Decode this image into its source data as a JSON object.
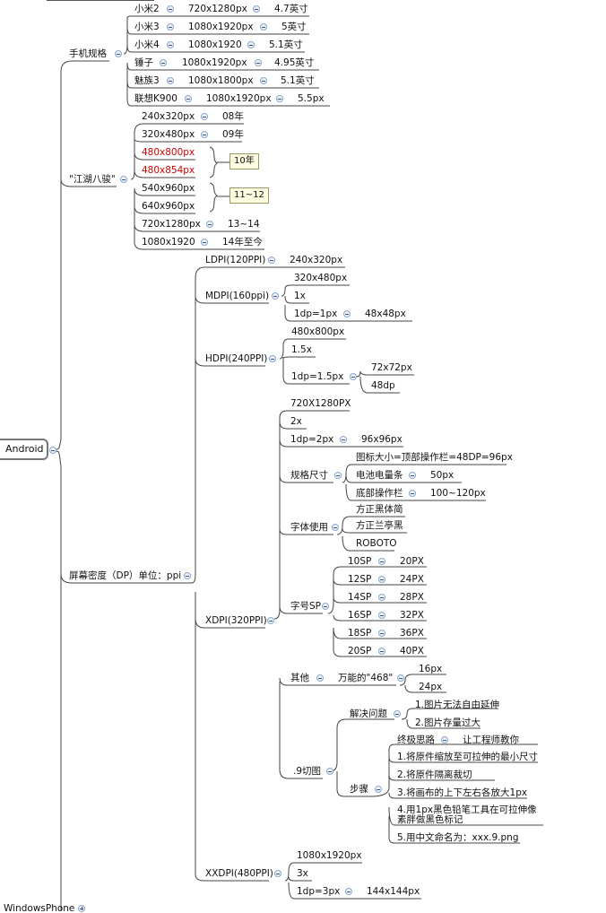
{
  "root": {
    "label": "Android"
  },
  "phones": {
    "label": "手机规格",
    "items": [
      {
        "name": "小米2",
        "res": "720x1280px",
        "size": "4.7英寸"
      },
      {
        "name": "小米3",
        "res": "1080x1920px",
        "size": "5英寸"
      },
      {
        "name": "小米4",
        "res": "1080x1920",
        "size": "5.1英寸"
      },
      {
        "name": "锤子",
        "res": "1080x1920px",
        "size": "4.95英寸"
      },
      {
        "name": "魅族3",
        "res": "1080x1800px",
        "size": "5.1英寸"
      },
      {
        "name": "联想K900",
        "res": "1080x1920px",
        "size": "5.5px"
      }
    ]
  },
  "jianghu": {
    "label": "\"江湖八骏\"",
    "items": [
      {
        "res": "240x320px",
        "year": "08年"
      },
      {
        "res": "320x480px",
        "year": "09年"
      },
      {
        "res": "480x800px"
      },
      {
        "res": "480x854px"
      },
      {
        "res": "540x960px"
      },
      {
        "res": "640x960px"
      },
      {
        "res": "720x1280px",
        "year": "13~14"
      },
      {
        "res": "1080x1920",
        "year": "14年至今"
      }
    ],
    "callout_10": "10年",
    "callout_11_12": "11~12"
  },
  "density": {
    "label": "屏幕密度（DP）单位：ppi",
    "ldpi": {
      "label": "LDPI(120PPI)",
      "res": "240x320px"
    },
    "mdpi": {
      "label": "MDPI(160ppi)",
      "res": "320x480px",
      "scale": "1x",
      "dp": "1dp=1px",
      "icon": "48x48px"
    },
    "hdpi": {
      "label": "HDPI(240PPI)",
      "res": "480x800px",
      "scale": "1.5x",
      "dp": "1dp=1.5px",
      "icon": "72x72px",
      "icon_dp": "48dp"
    },
    "xdpi": {
      "label": "XDPI(320PPI)",
      "res": "720X1280PX",
      "scale": "2x",
      "dp": "1dp=2px",
      "icon": "96x96px",
      "spec": {
        "label": "规格尺寸",
        "icon_size": "图标大小=顶部操作栏=48DP=96px",
        "battery": "电池电量条",
        "battery_val": "50px",
        "bottom_bar": "底部操作栏",
        "bottom_val": "100~120px"
      },
      "fonts": {
        "label": "字体使用",
        "items": [
          "方正黑体简",
          "方正兰亭黑",
          "ROBOTO"
        ]
      },
      "sp": {
        "label": "字号SP",
        "items": [
          {
            "sp": "10SP",
            "px": "20PX"
          },
          {
            "sp": "12SP",
            "px": "24PX"
          },
          {
            "sp": "14SP",
            "px": "28PX"
          },
          {
            "sp": "16SP",
            "px": "32PX"
          },
          {
            "sp": "18SP",
            "px": "36PX"
          },
          {
            "sp": "20SP",
            "px": "40PX"
          }
        ]
      },
      "other": {
        "label": "其他",
        "magic": "万能的\"468\"",
        "v1": "16px",
        "v2": "24px"
      },
      "nine": {
        "label": ".9切图",
        "solve": {
          "label": "解决问题",
          "items": [
            "1.图片无法自由延伸",
            "2.图片存量过大"
          ]
        },
        "steps": {
          "label": "步骤",
          "ultimate": "终极思路",
          "ultimate_val": "让工程师教你",
          "items": [
            "1.将原件缩放至可拉伸的最小尺寸",
            "2.将原件隔离裁切",
            "3.将画布的上下左右各放大1px",
            "4.用1px黑色铅笔工具在可拉伸像素胖做黑色标记",
            "5.用中文命名为：xxx.9.png"
          ]
        }
      }
    },
    "xxdpi": {
      "label": "XXDPI(480PPI)",
      "res": "1080x1920px",
      "scale": "3x",
      "dp": "1dp=3px",
      "icon": "144x144px"
    }
  },
  "windowsphone": {
    "label": "WindowsPhone"
  }
}
